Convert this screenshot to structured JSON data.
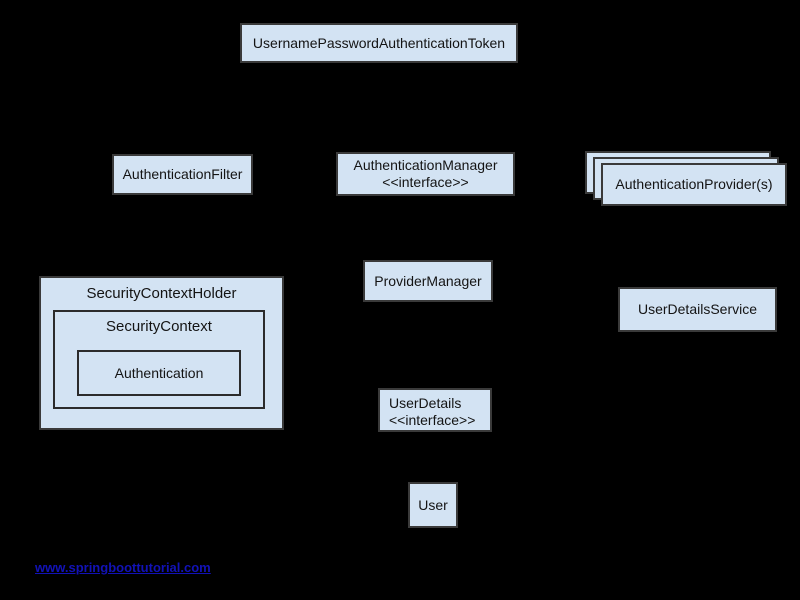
{
  "canvas": {
    "background_color": "#000000",
    "node_fill_color": "#d3e3f3",
    "node_border_color": "#3a3a3a",
    "node_text_color": "#141414"
  },
  "diagram": {
    "nodes": {
      "token": {
        "label": "UsernamePasswordAuthenticationToken"
      },
      "authentication_filter": {
        "label": "AuthenticationFilter"
      },
      "authentication_manager": {
        "label": "AuthenticationManager",
        "stereotype": "<<interface>>"
      },
      "authentication_providers": {
        "label": "AuthenticationProvider(s)"
      },
      "security_context_holder": {
        "label": "SecurityContextHolder"
      },
      "security_context": {
        "label": "SecurityContext"
      },
      "authentication": {
        "label": "Authentication"
      },
      "provider_manager": {
        "label": "ProviderManager"
      },
      "user_details_service": {
        "label": "UserDetailsService"
      },
      "user_details": {
        "label": "UserDetails",
        "stereotype": "<<interface>>"
      },
      "user": {
        "label": "User"
      }
    },
    "watermark": {
      "text": "www.springboottutorial.com",
      "color": "#1212b8"
    }
  }
}
